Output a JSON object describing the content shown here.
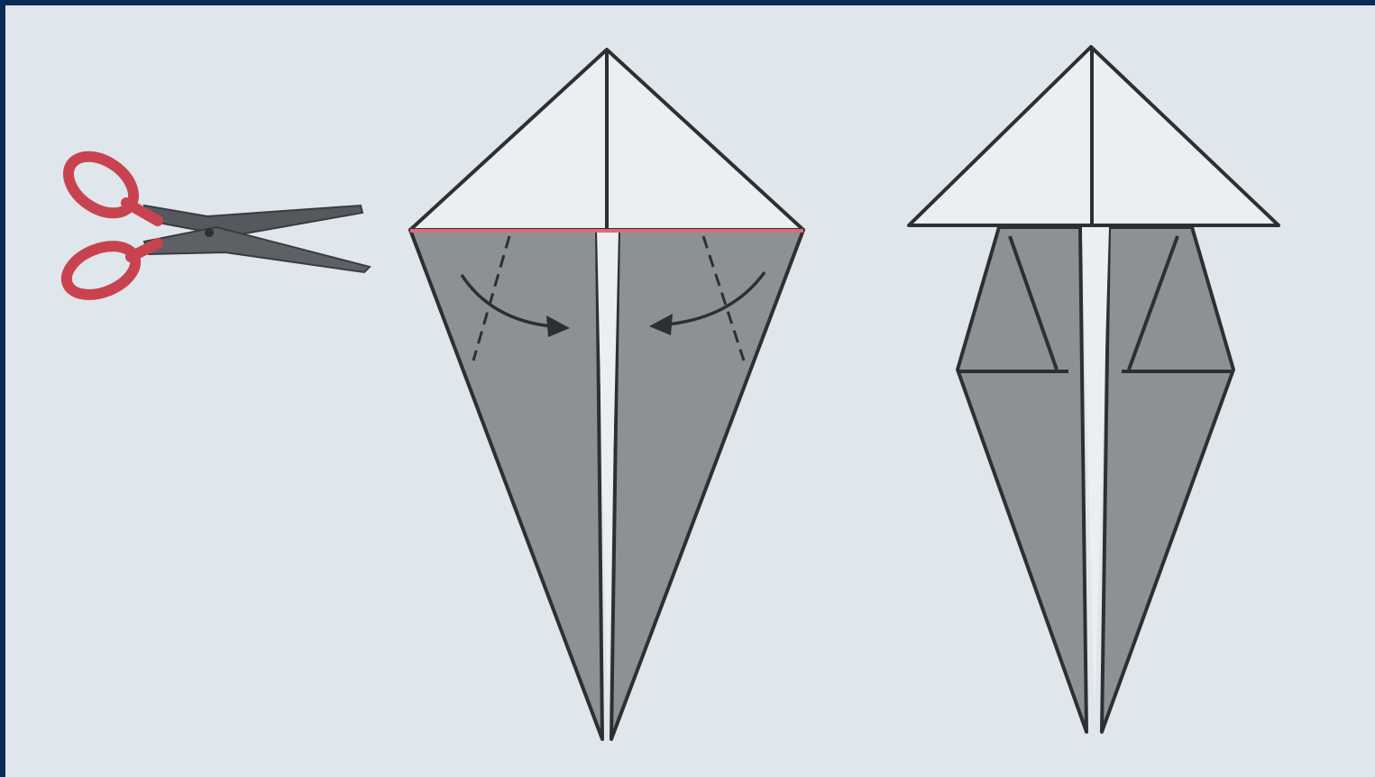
{
  "diagram": {
    "kind": "origami folding instructions",
    "steps": [
      {
        "id": "tool",
        "icon": "scissors-icon"
      },
      {
        "id": "step-fold",
        "annotation": "fold-arrows-icon"
      },
      {
        "id": "step-result"
      }
    ],
    "colors": {
      "frame": "#0b2a55",
      "paper_background": "#dfe6ec",
      "paper_light": "#eceff2",
      "paper_gray": "#8e9193",
      "outline": "#2e2f31",
      "cut_line": "#e06a78",
      "scissor_handle": "#c8434f",
      "scissor_blade": "#55585c"
    }
  }
}
